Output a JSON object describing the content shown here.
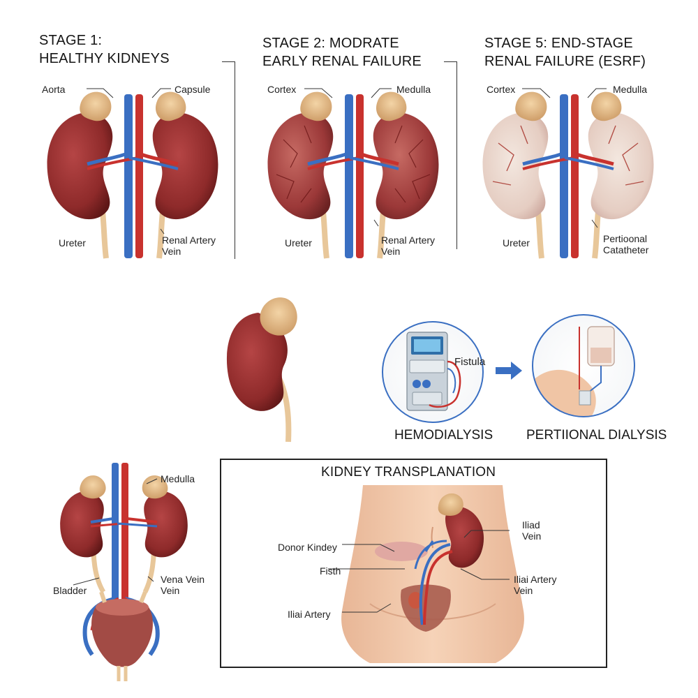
{
  "stages": [
    {
      "title_line1": "STAGE 1:",
      "title_line2": "HEALTHY KIDNEYS",
      "labels": {
        "top_left": "Aorta",
        "top_right": "Capsule",
        "bottom_left": "Ureter",
        "bottom_right_1": "Renal Artery",
        "bottom_right_2": "Vein"
      }
    },
    {
      "title_line1": "STAGE 2: MODRATE",
      "title_line2": "EARLY RENAL FAILURE",
      "labels": {
        "top_left": "Cortex",
        "top_right": "Medulla",
        "bottom_left": "Ureter",
        "bottom_right_1": "Renal Artery",
        "bottom_right_2": "Vein"
      }
    },
    {
      "title_line1": "STAGE 5: END-STAGE",
      "title_line2": "RENAL FAILURE (ESRF)",
      "labels": {
        "top_left": "Cortex",
        "top_right": "Medulla",
        "bottom_left": "Ureter",
        "bottom_right_1": "Pertioonal",
        "bottom_right_2": "Catatheter"
      }
    }
  ],
  "dialysis": {
    "hemo_label": "HEMODIALYSIS",
    "fistula_label": "Fistula",
    "peritoneal_label": "PERTIIONAL DIALYSIS"
  },
  "urinary": {
    "medulla": "Medulla",
    "bladder": "Bladder",
    "vena_1": "Vena Vein",
    "vena_2": "Vein"
  },
  "transplant": {
    "title": "KIDNEY TRANSPLANATION",
    "donor": "Donor Kindey",
    "fisth": "Fisth",
    "iliai_artery_left": "Iliai Artery",
    "iliad_1": "Iliad",
    "iliad_2": "Vein",
    "iliai_right_1": "Iliai Artery",
    "iliai_right_2": "Vein"
  },
  "colors": {
    "kidney": "#8e2a2a",
    "artery": "#c8322e",
    "vein": "#3a6fc2",
    "ureter": "#e8c79a",
    "adrenal": "#e3b77f",
    "skin": "#f1c7a8"
  }
}
